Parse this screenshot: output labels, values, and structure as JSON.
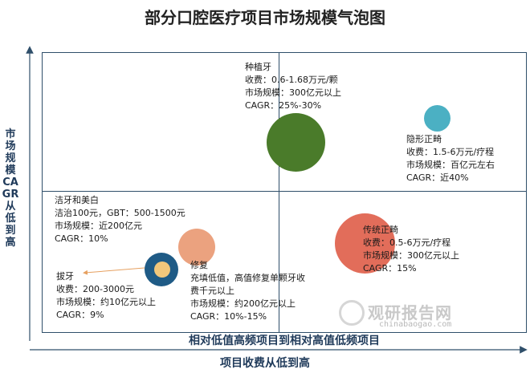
{
  "title": "部分口腔医疗项目市场规模气泡图",
  "y_axis_label": "市场规模CAGR从低到高",
  "x_axis_label_inner": "相对低值高频项目到相对高值低频项目",
  "x_axis_label_outer": "项目收费从低到高",
  "bubbles": [
    {
      "name": "种植牙",
      "color": "#4a7b2a",
      "lines": [
        "收费：0.6-1.68万元/颗",
        "市场规模：300亿元以上",
        "CAGR：25%-30%"
      ]
    },
    {
      "name": "隐形正畸",
      "color": "#4bb0c3",
      "lines": [
        "收费：1.5-6万元/疗程",
        "市场规模：百亿元左右",
        "CAGR：近40%"
      ]
    },
    {
      "name": "传统正畸",
      "color": "#e26d5a",
      "lines": [
        "收费：0.5-6万元/疗程",
        "市场规模：300亿元以上",
        "CAGR：15%"
      ]
    },
    {
      "name": "洁牙和美白",
      "color": "#1f5b86",
      "lines": [
        "洁治100元，GBT：500-1500元",
        "市场规模：近200亿元",
        "CAGR：10%"
      ]
    },
    {
      "name": "修复",
      "color": "#eba27f",
      "lines": [
        "充填低值，高值修复单颗牙收",
        "费千元以上",
        "市场规模：约200亿元以上",
        "CAGR：10%-15%"
      ]
    },
    {
      "name": "拔牙",
      "color": "#f2c77b",
      "lines": [
        "收费：200-3000元",
        "市场规模：约10亿元以上",
        "CAGR：9%"
      ]
    }
  ],
  "watermark": {
    "text": "观研报告网",
    "url": "chinabaogao.com"
  }
}
